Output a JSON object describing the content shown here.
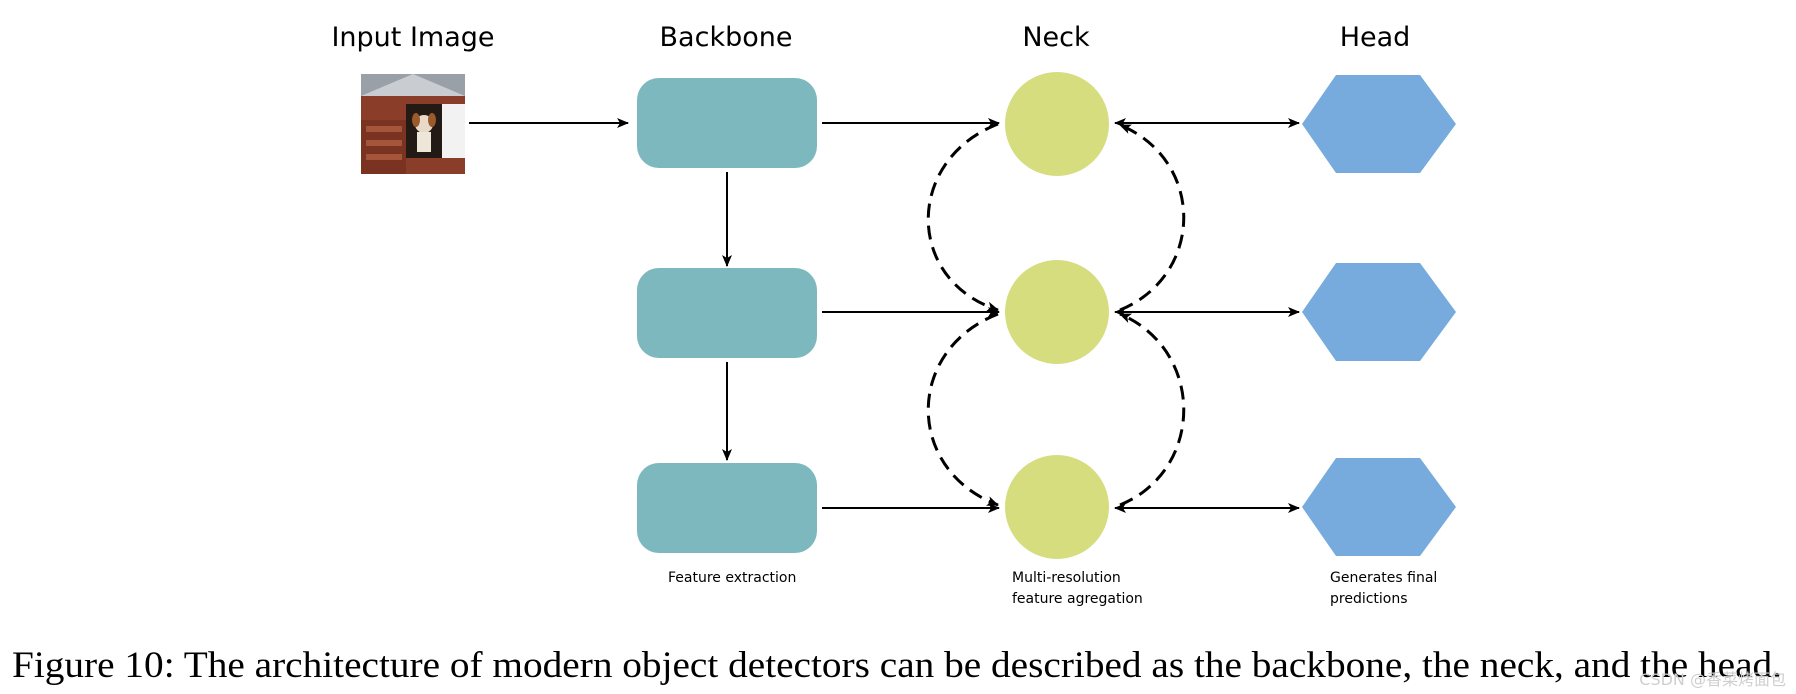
{
  "columns": {
    "input": "Input Image",
    "backbone": "Backbone",
    "neck": "Neck",
    "head": "Head"
  },
  "sublabels": {
    "backbone": "Feature extraction",
    "neck_line1": "Multi-resolution",
    "neck_line2": "feature agregation",
    "head_line1": "Generates final",
    "head_line2": "predictions"
  },
  "caption": "Figure 10: The architecture of modern object detectors can be described as the backbone, the neck, and the head.",
  "watermark": "CSDN @香菜烤面包",
  "colors": {
    "backbone_block": "#7eb8bf",
    "neck_node": "#d6dd7e",
    "head_node": "#78abdd",
    "arrow": "#000000"
  },
  "icons": {
    "input_image": "dog-photo-thumbnail"
  }
}
